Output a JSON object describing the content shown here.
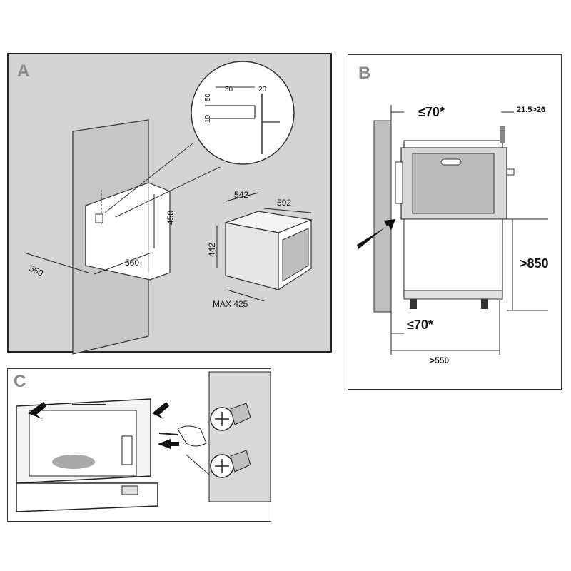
{
  "panels": {
    "a": {
      "label": "A"
    },
    "b": {
      "label": "B"
    },
    "c": {
      "label": "C"
    }
  },
  "panel_a": {
    "detail": {
      "d50": "50",
      "d10": "10",
      "h50": "50",
      "h20": "20"
    },
    "niche": {
      "depth": "550",
      "width": "560",
      "height": "450"
    },
    "oven": {
      "depth": "542",
      "width": "592",
      "height": "442",
      "max": "MAX 425"
    }
  },
  "panel_b": {
    "top_gap": "≤70*",
    "side_gap": "21.5>26",
    "height_min": ">850",
    "bottom_gap": "≤70*",
    "depth_min": ">550"
  },
  "colors": {
    "panel_a_bg": "#d4d4d4",
    "wall": "#c8c8c8",
    "line": "#222222"
  }
}
